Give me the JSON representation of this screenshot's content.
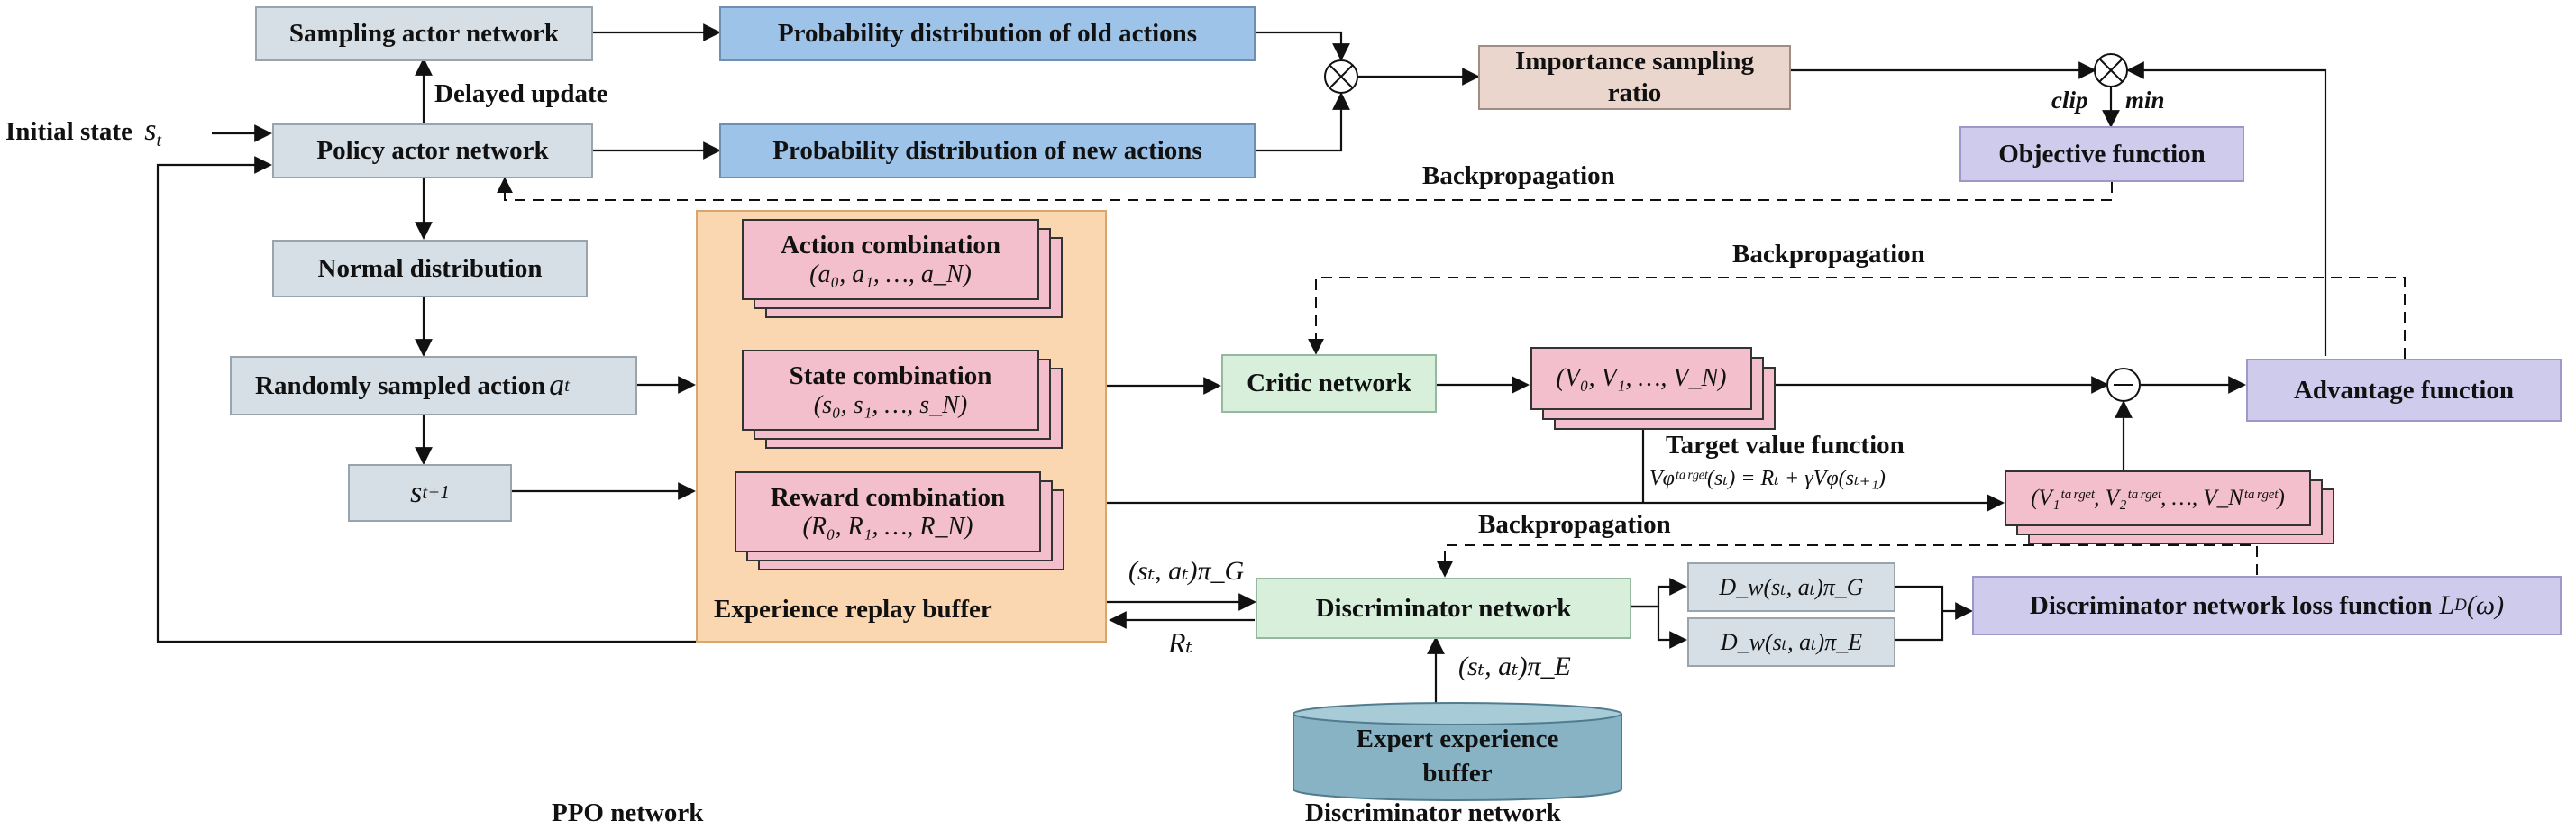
{
  "nodes": {
    "sampling_actor": "Sampling actor network",
    "policy_actor": "Policy actor network",
    "normal_dist": "Normal distribution",
    "random_action": "Randomly sampled action",
    "random_action_math": "a",
    "random_action_sub": "t",
    "next_state_math": "s",
    "next_state_sub": "t+1",
    "old_actions": "Probability distribution of old actions",
    "new_actions": "Probability distribution of new actions",
    "importance_line1": "Importance sampling",
    "importance_line2": "ratio",
    "objective": "Objective function",
    "critic": "Critic network",
    "advantage": "Advantage function",
    "discriminator": "Discriminator network",
    "disc_loss": "Discriminator network loss function",
    "disc_loss_math": "L",
    "disc_loss_sub": "D",
    "disc_loss_arg": "(ω)",
    "expert_line1": "Expert experience",
    "expert_line2": "buffer",
    "dw_g": "D",
    "dw_g_sub": "w",
    "dw_g_args": "(s",
    "dw_e": "D",
    "dw_e_sub": "w"
  },
  "stacks": {
    "action_title": "Action combination",
    "action_tuple": "(a₀, a₁, …, a_N)",
    "state_title": "State combination",
    "state_tuple": "(s₀, s₁, …, s_N)",
    "reward_title": "Reward combination",
    "reward_tuple": "(R₀, R₁, …, R_N)",
    "values_tuple": "(V₀, V₁, …, V_N)",
    "target_tuple": "(V₁ᵗᵃʳᵍᵉᵗ, V₂ᵗᵃʳᵍᵉᵗ, …, V_Nᵗᵃʳᵍᵉᵗ)"
  },
  "labels": {
    "initial_state": "Initial state",
    "initial_state_math": "s",
    "initial_state_sub": "t",
    "delayed_update": "Delayed update",
    "backprop_1": "Backpropagation",
    "backprop_2": "Backpropagation",
    "backprop_3": "Backpropagation",
    "clip": "clip",
    "min": "min",
    "target_value_title": "Target value function",
    "target_value_formula": "Vφᵗᵃʳᵍᵉᵗ(sₜ) = Rₜ + γVφ(sₜ₊₁)",
    "replay_buffer": "Experience replay buffer",
    "sa_g": "(sₜ, aₜ)π_G",
    "rt": "Rₜ",
    "sa_e": "(sₜ, aₜ)π_E",
    "dw_g_full": "D_w(sₜ, aₜ)π_G",
    "dw_e_full": "D_w(sₜ, aₜ)π_E",
    "ppo_network": "PPO network",
    "disc_network": "Discriminator network"
  },
  "symbols": {
    "multiply": "⊗",
    "minus": "⊖"
  }
}
